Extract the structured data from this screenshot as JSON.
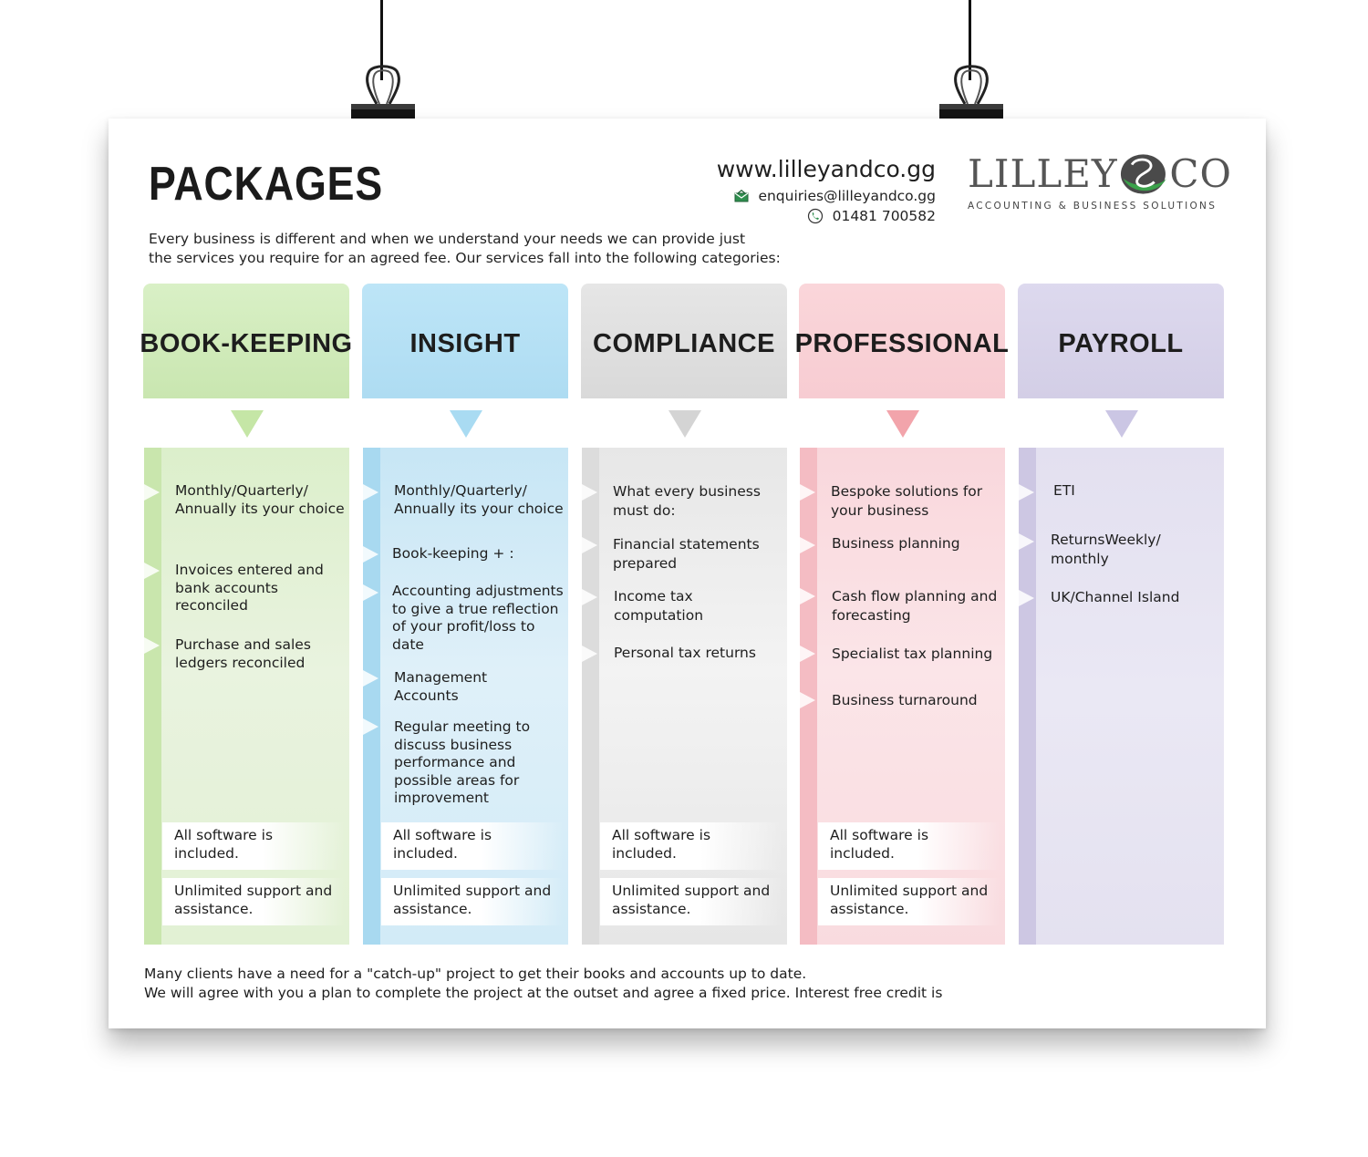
{
  "header": {
    "title": "PACKAGES",
    "intro_line1": "Every business is different and when we understand your needs we can provide just",
    "intro_line2": "the services you require for an agreed fee. Our services fall into the following categories:"
  },
  "contact": {
    "website": "www.lilleyandco.gg",
    "email": "enquiries@lilleyandco.gg",
    "phone": "01481 700582"
  },
  "logo": {
    "word_left": "LILLEY",
    "word_right": "CO",
    "tagline": "ACCOUNTING & BUSINESS SOLUTIONS"
  },
  "columns": [
    {
      "title": "BOOK-KEEPING",
      "items": [
        "Monthly/Quarterly/ Annually its your choice",
        "Invoices entered and bank accounts reconciled",
        "Purchase and sales ledgers reconciled"
      ],
      "notes": [
        "All software is included.",
        "Unlimited support and assistance."
      ]
    },
    {
      "title": "INSIGHT",
      "items": [
        "Monthly/Quarterly/ Annually its your choice",
        "Book-keeping + :",
        "Accounting adjustments to give a true reflection of your profit/loss to date",
        "Management Accounts",
        "Regular meeting to discuss business performance and possible areas for improvement"
      ],
      "notes": [
        "All software is included.",
        "Unlimited support and assistance."
      ]
    },
    {
      "title": "COMPLIANCE",
      "items": [
        "What every business must do:",
        "Financial statements prepared",
        "Income tax computation",
        "Personal tax returns"
      ],
      "notes": [
        "All software is included.",
        "Unlimited support and assistance."
      ]
    },
    {
      "title": "PROFESSIONAL",
      "items": [
        "Bespoke solutions for your business",
        "Business planning",
        "Cash flow planning and forecasting",
        "Specialist tax planning",
        "Business turnaround"
      ],
      "notes": [
        "All software is included.",
        "Unlimited support and assistance."
      ]
    },
    {
      "title": "PAYROLL",
      "items": [
        "ETI",
        "ReturnsWeekly/ monthly",
        "UK/Channel Island"
      ],
      "notes": []
    }
  ],
  "footer": {
    "line1": "Many clients have a need for a \"catch-up\" project to get their books and accounts up to date.",
    "line2": "We will agree with you a plan to complete the project at the outset and agree a fixed price.  Interest free credit is"
  },
  "colors": {
    "bookkeeping": "#cfe8b4",
    "insight": "#b7e2f5",
    "compliance": "#dedede",
    "professional": "#f8cdd3",
    "payroll": "#d7d3ea"
  }
}
